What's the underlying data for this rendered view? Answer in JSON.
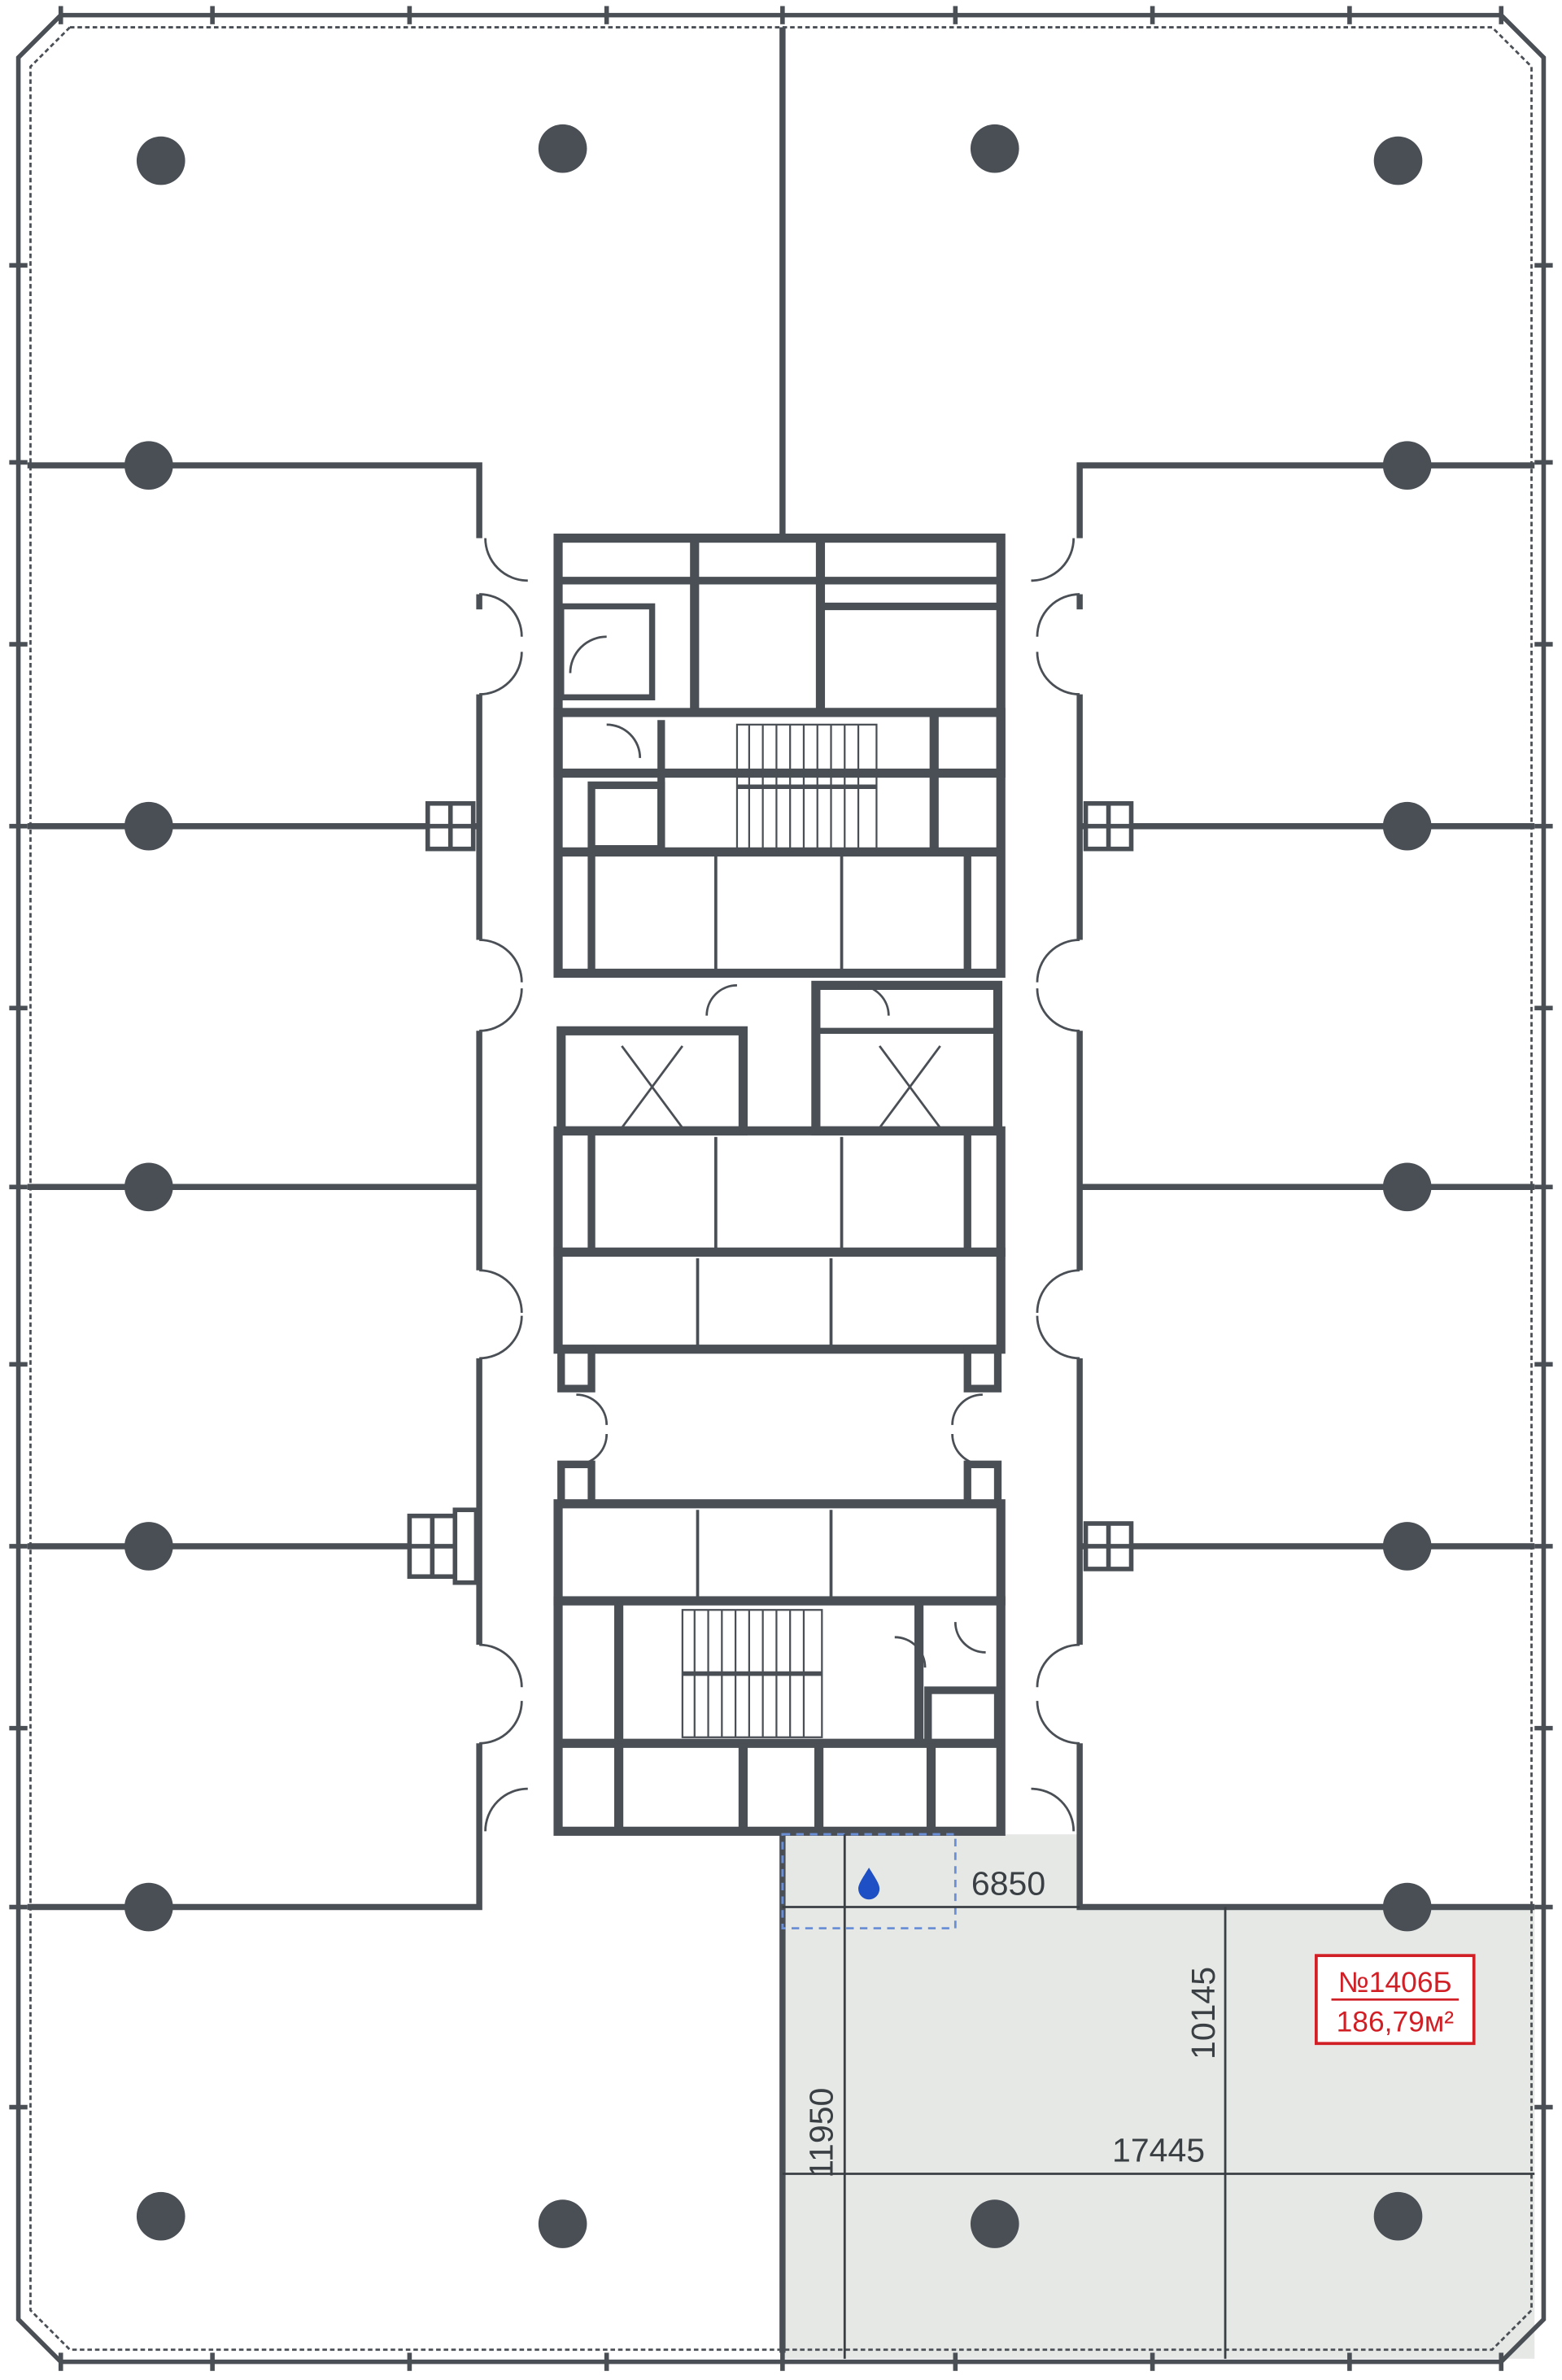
{
  "unit": {
    "number": "№1406Б",
    "area": "186,79м²"
  },
  "dimensions": {
    "d1": "6850",
    "d2": "11950",
    "d3": "10145",
    "d4": "17445"
  },
  "icons": {
    "water": "water-drop-icon"
  },
  "colors": {
    "wall": "#4a4f55",
    "highlight": "#e6e8e6",
    "label": "#d11f26",
    "water": "#1e4fc4",
    "dashed": "#6a8fd6"
  }
}
